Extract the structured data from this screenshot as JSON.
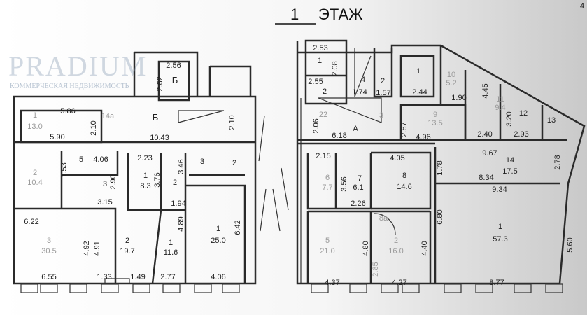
{
  "title": {
    "number": "1",
    "text": "ЭТАЖ",
    "corner": "4"
  },
  "watermark": {
    "brand": "PRADIUM",
    "tagline": "КОММЕРЧЕСКАЯ НЕДВИЖИМОСТЬ"
  },
  "labels": [
    "2.56",
    "Б",
    "2.62",
    "5.86",
    "1",
    "13.0",
    "5.90",
    "2.10",
    "14а",
    "Б",
    "10.43",
    "2.10",
    "5",
    "4.06",
    "1.53",
    "2",
    "10.4",
    "3",
    "2.90",
    "2.23",
    "1",
    "8.3",
    "3.76",
    "3.46",
    "2",
    "3",
    "2",
    "3.15",
    "1.94",
    "6.22",
    "3",
    "30.5",
    "4.92",
    "4.91",
    "2",
    "19.7",
    "4.89",
    "1",
    "11.6",
    "1",
    "25.0",
    "6.42",
    "6.55",
    "1.33",
    "1.49",
    "2.77",
    "4.06",
    "2.53",
    "1",
    "2.08",
    "2.55",
    "2",
    "4",
    "1.74",
    "2",
    "1.57",
    "1",
    "2.44",
    "10",
    "5.2",
    "1.90",
    "4.45",
    "11",
    "9.4",
    "3.20",
    "12",
    "13",
    "2.06",
    "А",
    "6.18",
    "2.87",
    "9",
    "13.5",
    "4.96",
    "2.40",
    "2.93",
    "22",
    "3",
    "2.15",
    "4.05",
    "9.67",
    "14",
    "17.5",
    "2.78",
    "1.78",
    "3.56",
    "7",
    "6.1",
    "6",
    "7.7",
    "8",
    "14.6",
    "8.34",
    "9.34",
    "2.26",
    "6.80",
    "8а",
    "1",
    "57.3",
    "5.60",
    "5",
    "21.0",
    "4.80",
    "2",
    "16.0",
    "2.85",
    "4.40",
    "4.37",
    "4.27",
    "8.77"
  ]
}
